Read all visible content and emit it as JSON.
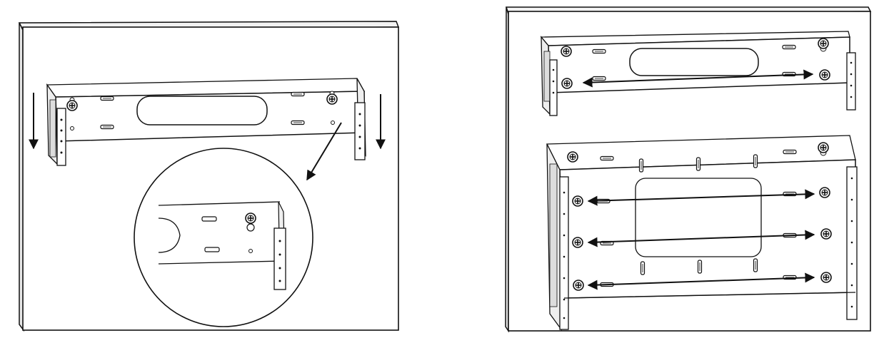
{
  "figures": [
    {
      "id": "left-panel",
      "content": "bracket-mounting-detail",
      "stroke_color": "#111111",
      "fill_color": "#ffffff"
    },
    {
      "id": "right-panel",
      "content": "bracket-spacing-diagram",
      "stroke_color": "#111111",
      "fill_color": "#ffffff"
    }
  ],
  "icons": {
    "screw": "screw-icon",
    "arrow_down": "arrow-down-icon",
    "double_arrow": "double-arrow-icon"
  }
}
